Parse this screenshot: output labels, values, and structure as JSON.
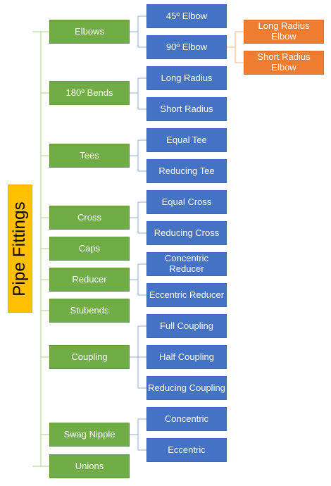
{
  "diagram": {
    "root": "Pipe Fittings",
    "colors": {
      "root_fill": "#FFC000",
      "root_text": "#000000",
      "category_fill": "#70AD47",
      "type_fill": "#4472C4",
      "subtype_fill": "#ED7D31",
      "green_connector": "#A9D18E",
      "blue_connector": "#8FAADC",
      "orange_connector": "#F4B183"
    },
    "categories": {
      "elbows": "Elbows",
      "bends_180": "180º Bends",
      "tees": "Tees",
      "cross": "Cross",
      "caps": "Caps",
      "reducer": "Reducer",
      "stubends": "Stubends",
      "coupling": "Coupling",
      "swag_nipple": "Swag Nipple",
      "unions": "Unions"
    },
    "types": {
      "elbow_45": "45º Elbow",
      "elbow_90": "90º Elbow",
      "long_radius": "Long Radius",
      "short_radius": "Short Radius",
      "equal_tee": "Equal Tee",
      "reducing_tee": "Reducing Tee",
      "equal_cross": "Equal Cross",
      "reducing_cross": "Reducing Cross",
      "concentric_reducer": "Concentric Reducer",
      "eccentric_reducer": "Eccentric Reducer",
      "full_coupling": "Full Coupling",
      "half_coupling": "Half Coupling",
      "reducing_coupling": "Reducing Coupling",
      "concentric": "Concentric",
      "eccentric": "Eccentric"
    },
    "subtypes": {
      "long_radius_elbow": "Long Radius Elbow",
      "short_radius_elbow": "Short Radius Elbow"
    }
  }
}
